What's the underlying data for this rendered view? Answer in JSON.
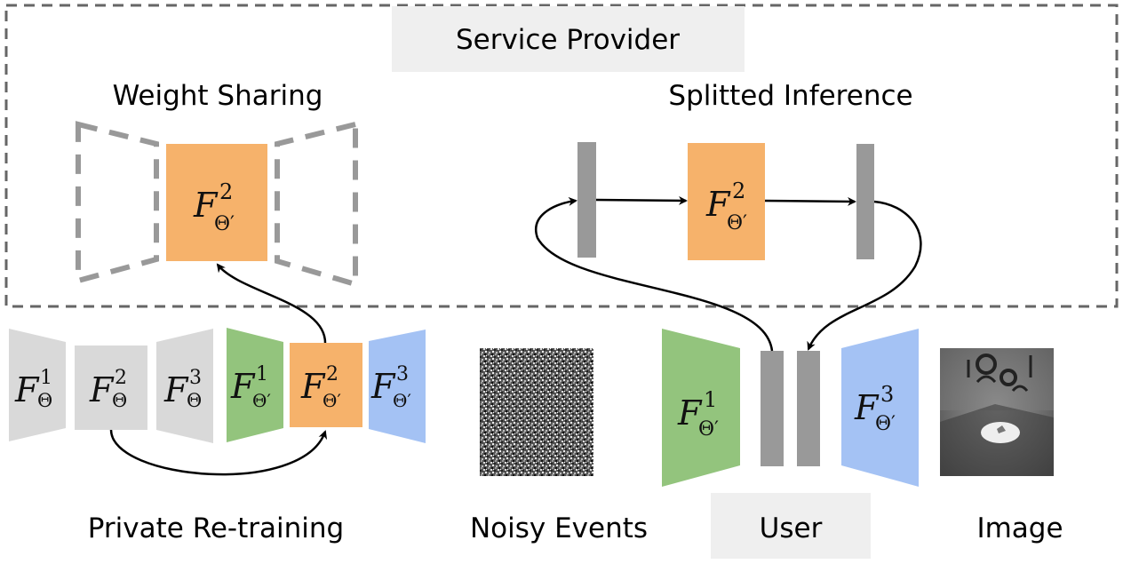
{
  "title_boxes": {
    "service_provider": "Service Provider",
    "user": "User"
  },
  "section_labels": {
    "weight_sharing": "Weight Sharing",
    "splitted_inference": "Splitted Inference",
    "private_retraining": "Private Re-training",
    "noisy_events": "Noisy Events",
    "image": "Image"
  },
  "colors": {
    "gray_block": "#d9d9d9",
    "green": "#93c47d",
    "orange": "#f6b26b",
    "blue": "#a4c2f4",
    "dark_bar": "#999999",
    "dashed_border": "#666666",
    "label_box": "#efefef"
  },
  "math": {
    "F": "F",
    "theta": "Θ",
    "theta_prime": "Θ′",
    "sup1": "1",
    "sup2": "2",
    "sup3": "3"
  },
  "retraining_blocks": [
    {
      "sup": "1",
      "sub": "Θ",
      "color": "gray"
    },
    {
      "sup": "2",
      "sub": "Θ",
      "color": "gray"
    },
    {
      "sup": "3",
      "sub": "Θ",
      "color": "gray"
    },
    {
      "sup": "1",
      "sub": "Θ′",
      "color": "green"
    },
    {
      "sup": "2",
      "sub": "Θ′",
      "color": "orange"
    },
    {
      "sup": "3",
      "sub": "Θ′",
      "color": "blue"
    }
  ]
}
